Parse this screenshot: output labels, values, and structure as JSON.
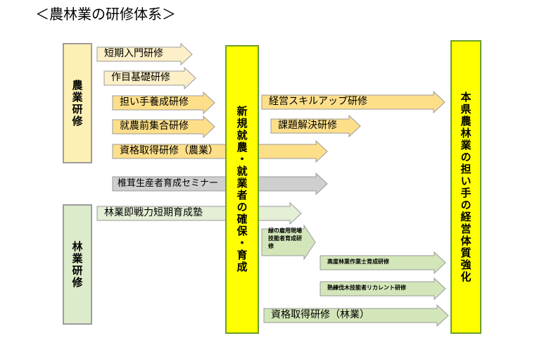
{
  "title": "＜農林業の研修体系＞",
  "agriculture_label": "農業研修",
  "forestry_label": "林業研修",
  "center_label": "新規就農・就業者の確保・育成",
  "right_label": "本県農林業の担い手の経営体質強化",
  "programs": [
    {
      "label": "短期入門研修",
      "color": "#fdf0c8"
    },
    {
      "label": "作目基礎研修",
      "color": "#fdf0c8"
    },
    {
      "label": "担い手養成研修",
      "color": "#fddf8a"
    },
    {
      "label": "就農前集合研修",
      "color": "#fddf8a"
    },
    {
      "label": "資格取得研修（農業）",
      "color": "#fddf8a"
    },
    {
      "label": "椎茸生産者育成セミナー",
      "color": "#cfcfcf"
    },
    {
      "label": "林業即戦力短期育成塾",
      "color": "#e4efd6"
    },
    {
      "label": "経営スキルアップ研修",
      "color": "#fddf8a"
    },
    {
      "label": "課題解決研修",
      "color": "#fddf8a"
    },
    {
      "label": "緑の雇用現場技能者育成研修",
      "color": "#d3e6b9"
    },
    {
      "label": "高度林業作業士育成研修",
      "color": "#d3e6b9"
    },
    {
      "label": "熟練伐木技能者リカレント研修",
      "color": "#d3e6b9"
    },
    {
      "label": "資格取得研修（林業）",
      "color": "#d3e6b9"
    }
  ]
}
